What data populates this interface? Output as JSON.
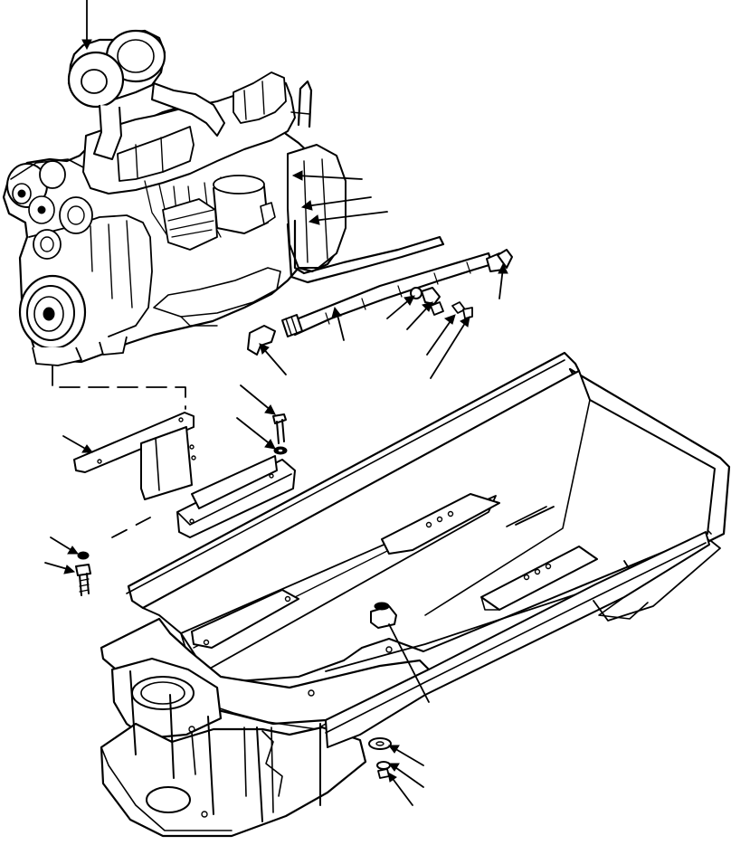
{
  "diagram": {
    "labels": [],
    "colors": {
      "ink": "#000000",
      "paper": "#ffffff"
    },
    "components": [
      "engine",
      "turbocharger",
      "exhaust-hose",
      "hose-clamp",
      "elbow-fitting",
      "adapter-fitting",
      "mounting-bracket-left",
      "mounting-bracket-right",
      "mounting-bolt",
      "lock-washer",
      "engine-frame",
      "frame-mounting-pad",
      "isolator-mount",
      "flat-washer",
      "nut"
    ]
  }
}
